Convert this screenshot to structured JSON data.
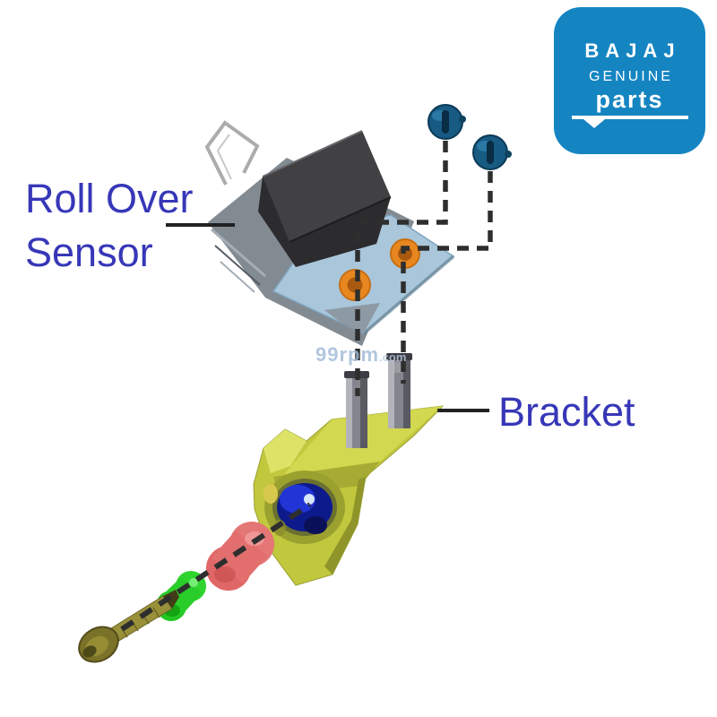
{
  "colors": {
    "label_blue": "#3737b8",
    "logo_blue": "#1585c2",
    "logo_text": "#ffffff",
    "watermark_blue": "#9fb9d6",
    "leader_black": "#222222",
    "dash_black": "#2e2e2e",
    "bracket_yellow": "#c2c83e",
    "sensor_flange_blue": "#a9c6da",
    "grommet_orange": "#e8871f",
    "screw_blue": "#175a82",
    "bushing_red": "#e06767",
    "spacer_green": "#2fd42f",
    "bolt_olive": "#99903a"
  },
  "labels": {
    "sensor_line1": "Roll Over",
    "sensor_line2": "Sensor",
    "bracket": "Bracket"
  },
  "logo": {
    "brand": "BAJAJ",
    "genuine": "GENUINE",
    "parts": "parts"
  },
  "watermark": {
    "name": "99rpm",
    "tld": ".com"
  }
}
